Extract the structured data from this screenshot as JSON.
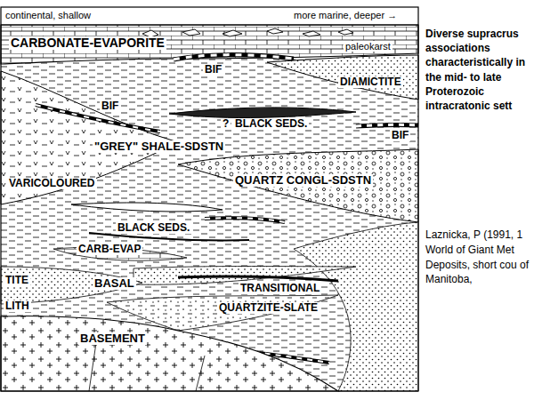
{
  "diagram": {
    "title": "Diverse supracrus associations characteristically in the mid- to late Proterozoic intracratonic sett",
    "caption": "Laznicka, P (1991, 1 World of Giant Met Deposits, short cou of Manitoba,",
    "labels": [
      "continental, shallow",
      "more marine, deeper →",
      "CARBONATE-EVAPORITE",
      "paleokarst",
      "BIF",
      "DIAMICTITE",
      "BIF",
      "?",
      "BLACK SEDS.",
      "BIF",
      "\"GREY\" SHALE-SDSTN",
      "VARICOLOURED",
      "QUARTZ CONGL-SDSTN",
      "BLACK SEDS.",
      "CARB-EVAP",
      "TITE",
      "BASAL",
      "TRANSITIONAL",
      "LITH",
      "QUARTZITE-SLATE",
      "BASEMENT"
    ]
  }
}
